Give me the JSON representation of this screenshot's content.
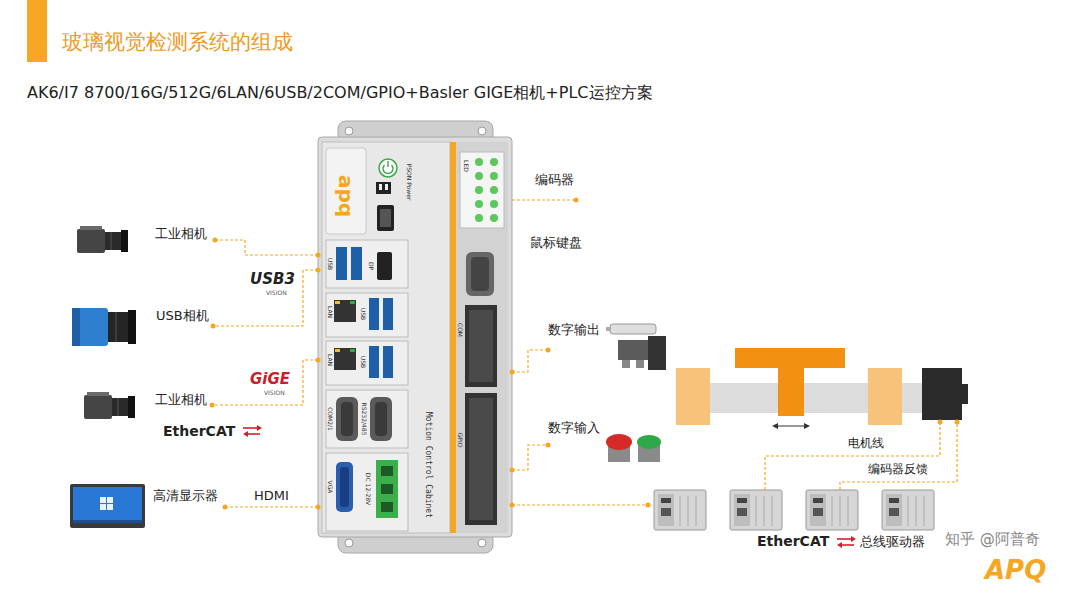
{
  "diagram": {
    "title": "玻璃视觉检测系统的组成",
    "nodes": [
      {
        "text": [
          "Motion Control Cabinet"
        ]
      },
      {
        "text": [
          "工业相机"
        ]
      },
      {
        "text": [
          "USB相机"
        ]
      },
      {
        "text": [
          "工业相机"
        ]
      },
      {
        "text": [
          "高清显示器"
        ]
      },
      {
        "text": [
          "数字输出"
        ]
      },
      {
        "text": [
          "数字输入"
        ]
      },
      {
        "text": [
          "总线驱动器"
        ]
      }
    ],
    "edges": [
      {
        "from": 0,
        "to": 1,
        "arrow": "none"
      },
      {
        "from": 0,
        "to": 2,
        "arrow": "none"
      },
      {
        "from": 0,
        "to": 3,
        "arrow": "none"
      },
      {
        "from": 0,
        "to": 4,
        "label": "HDMI",
        "arrow": "none"
      },
      {
        "from": 0,
        "to": 5,
        "arrow": "none"
      },
      {
        "from": 0,
        "to": 6,
        "arrow": "none"
      },
      {
        "from": 0,
        "to": 7,
        "arrow": "none"
      }
    ],
    "labels": [
      "AK6/I7 8700/16G/512G/6LAN/6USB/2COM/GPIO+Basler GIGE相机+PLC运控方案",
      "USB3",
      "VISION",
      "GiGE",
      "VISION",
      "EtherCAT",
      "编码器",
      "鼠标键盘",
      "电机线",
      "编码器反馈",
      "EtherCAT",
      "知乎 @阿普奇",
      "APQ",
      "apq",
      "PSON Power",
      "USB",
      "DP",
      "LAN",
      "USB",
      "LAN",
      "USB",
      "COM2/1",
      "RS232/485",
      "VGA",
      "DC 12-28V",
      "LED",
      "COM",
      "GPIO"
    ]
  }
}
